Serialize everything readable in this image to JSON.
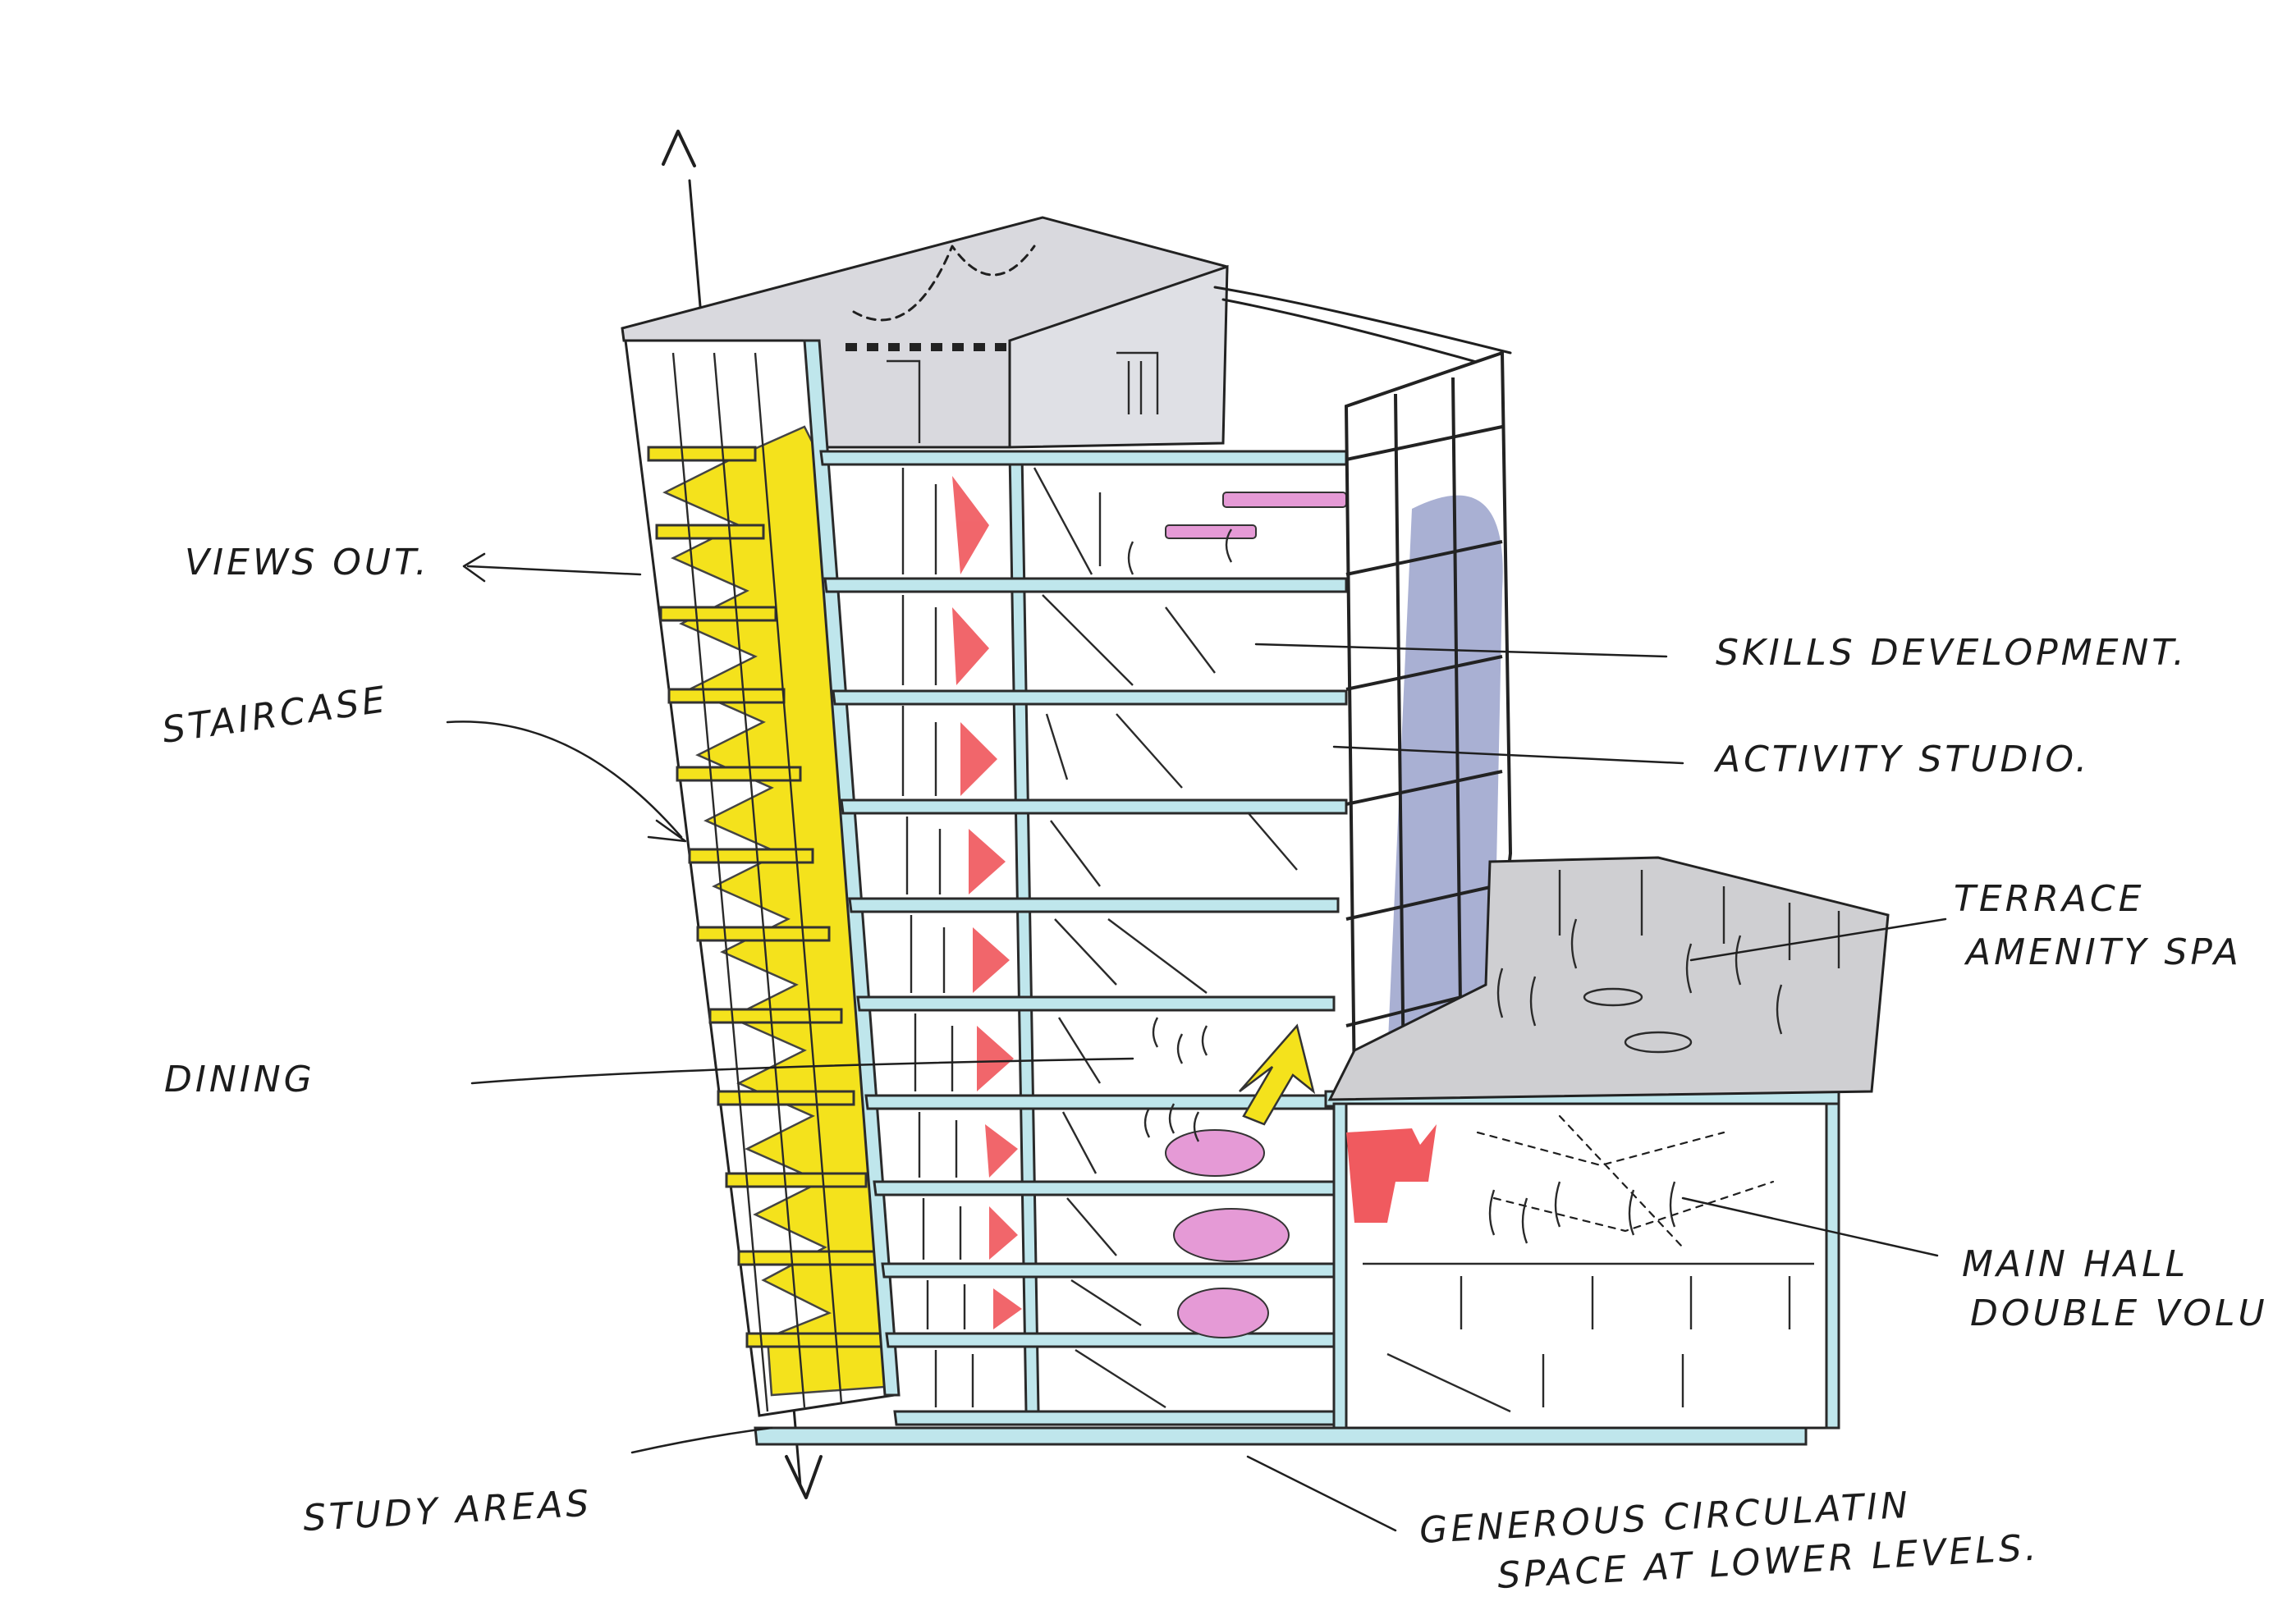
{
  "labels": {
    "views_out": "VIEWS OUT.",
    "staircase": "STAIRCASE",
    "dining": "DINING",
    "study_areas": "STUDY AREAS",
    "skills_development": "SKILLS DEVELOPMENT.",
    "activity_studio": "ACTIVITY STUDIO.",
    "terrace_line1": "TERRACE",
    "terrace_line2": "AMENITY SPA",
    "main_hall_line1": "MAIN HALL",
    "main_hall_line2": "DOUBLE VOLU",
    "circulation_line1": "GENEROUS CIRCULATIN",
    "circulation_line2": "SPACE AT LOWER LEVELS."
  },
  "colors": {
    "stair_yellow": "#f4e21c",
    "slab_blue": "#bfe6ec",
    "red_accent": "#f05a5f",
    "pink_accent": "#e59ad6",
    "facade_blue": "#8c96c4",
    "roof_grey": "#d9d9de",
    "terrace_grey": "#cfcfd2",
    "ink": "#1f1f1f"
  }
}
